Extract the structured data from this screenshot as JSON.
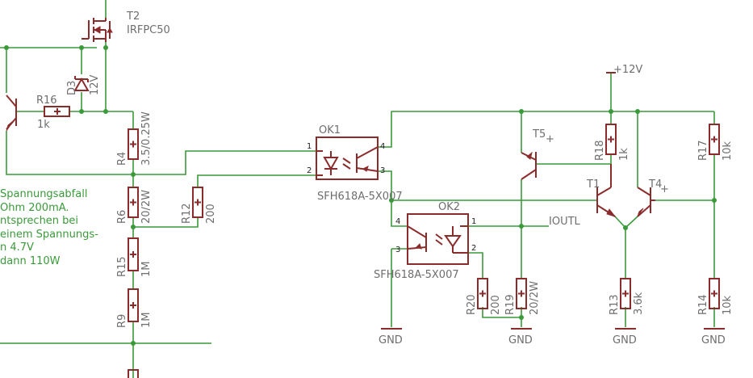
{
  "components": {
    "T2": {
      "name": "T2",
      "value": "IRFPC50"
    },
    "D3": {
      "name": "D3",
      "value": "12V"
    },
    "R16": {
      "name": "R16",
      "value": "1k"
    },
    "R4": {
      "name": "R4",
      "value": "3.5/0.25W"
    },
    "R6": {
      "name": "R6",
      "value": "20/2W"
    },
    "R12": {
      "name": "R12",
      "value": "200"
    },
    "R15": {
      "name": "R15",
      "value": "1M"
    },
    "R9": {
      "name": "R9",
      "value": "1M"
    },
    "OK1": {
      "name": "OK1",
      "value": "SFH618A-5X007"
    },
    "OK2": {
      "name": "OK2",
      "value": "SFH618A-5X007"
    },
    "T5": {
      "name": "T5"
    },
    "R18": {
      "name": "R18",
      "value": "1k"
    },
    "T1": {
      "name": "T1"
    },
    "T4": {
      "name": "T4"
    },
    "R17": {
      "name": "R17",
      "value": "10k"
    },
    "R20": {
      "name": "R20",
      "value": "200"
    },
    "R19": {
      "name": "R19",
      "value": "20/2W"
    },
    "R13": {
      "name": "R13",
      "value": "3.6k"
    },
    "R14": {
      "name": "R14",
      "value": "10k"
    }
  },
  "nets": {
    "supply": "+12V",
    "ground": "GND",
    "output": "IOUTL"
  },
  "pins": {
    "ok1": [
      "1",
      "2",
      "4",
      "3"
    ],
    "ok2": [
      "1",
      "2",
      "4",
      "3"
    ]
  },
  "note_lines": [
    "Spannungsabfall",
    "Ohm 200mA.",
    "ntsprechen bei",
    " einem Spannungs-",
    "n 4.7V",
    " dann 110W"
  ]
}
